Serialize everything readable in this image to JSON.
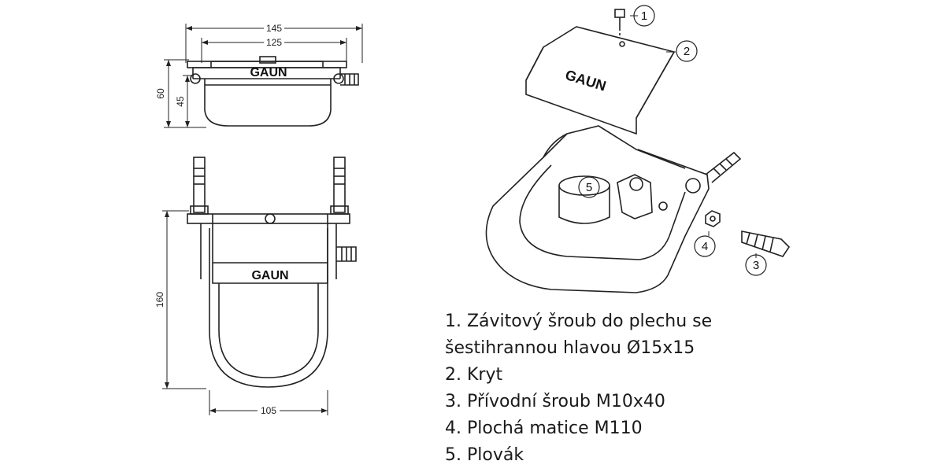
{
  "brand": "GAUN",
  "dimensions": {
    "top_width_outer": "145",
    "top_width_inner": "125",
    "height_total": "60",
    "height_bowl": "45",
    "front_height": "160",
    "front_width": "105"
  },
  "callouts": [
    "1",
    "2",
    "3",
    "4",
    "5"
  ],
  "legend": [
    "1. Závitový šroub do plechu se",
    "šestihrannou hlavou Ø15x15",
    "2. Kryt",
    "3. Přívodní šroub M10x40",
    "4. Plochá matice M110",
    "5. Plovák"
  ]
}
